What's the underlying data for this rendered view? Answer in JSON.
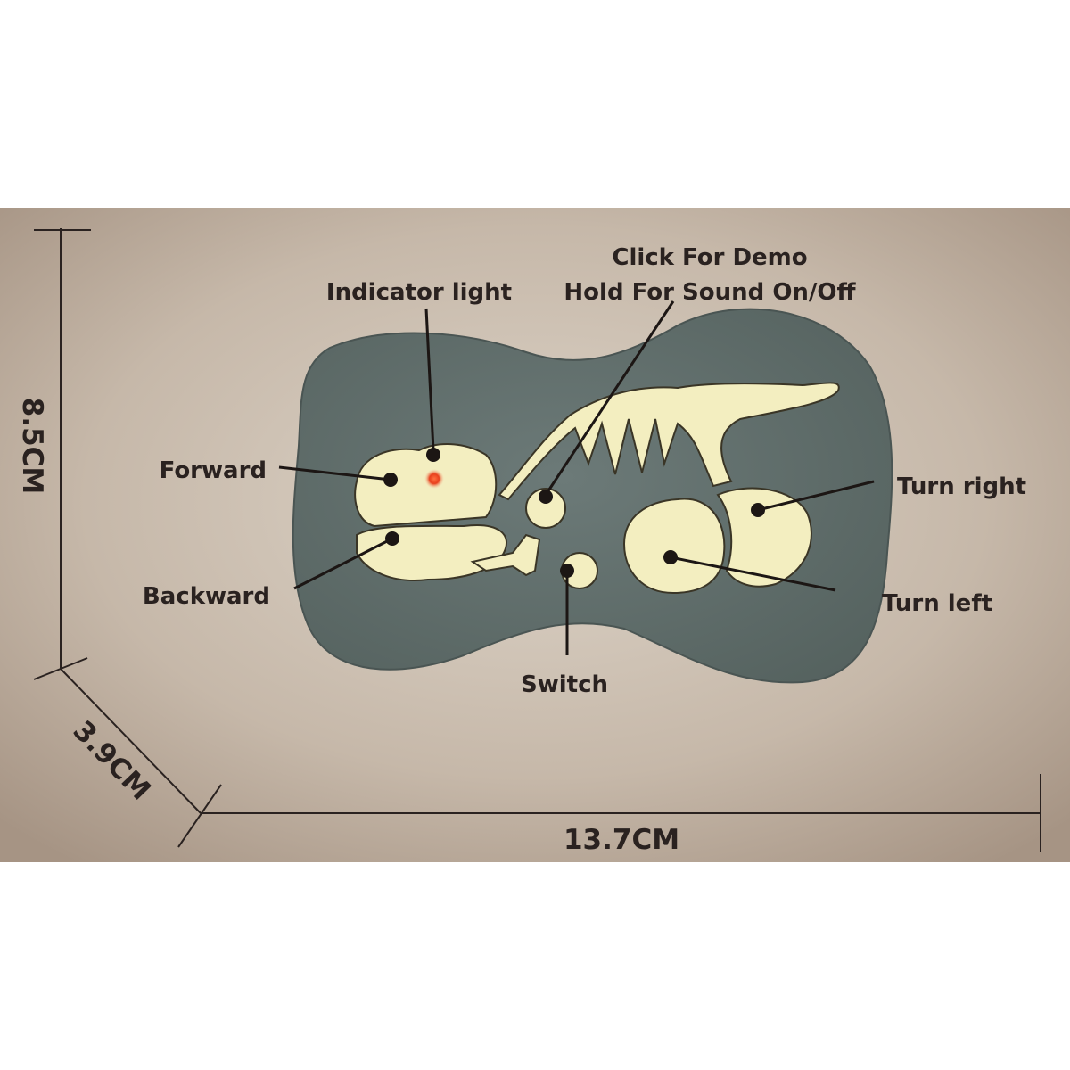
{
  "labels": {
    "indicator": "Indicator light",
    "demo_line1": "Click For Demo",
    "demo_line2": "Hold For Sound On/Off",
    "forward": "Forward",
    "backward": "Backward",
    "switch": "Switch",
    "turn_right": "Turn right",
    "turn_left": "Turn left"
  },
  "dimensions": {
    "height": "8.5CM",
    "depth": "3.9CM",
    "width": "13.7CM"
  },
  "colors": {
    "background_center": "#d9d0c4",
    "background_edge": "#a69484",
    "remote_body": "#5f6e6d",
    "bone": "#f3eec0",
    "indicator_led": "#e8401c"
  }
}
